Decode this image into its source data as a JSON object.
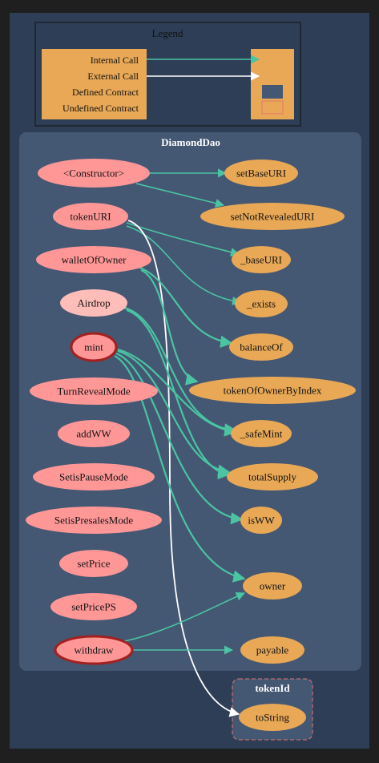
{
  "legend": {
    "title": "Legend",
    "rows": [
      "Internal Call",
      "External Call",
      "Defined Contract",
      "Undefined Contract"
    ]
  },
  "cluster_main": {
    "title": "DiamondDao"
  },
  "cluster_token": {
    "title": "tokenId"
  },
  "colors": {
    "background": "#2e3e56",
    "cluster": "#445773",
    "legend_fill": "#e8a856",
    "public_fn": "#ff9797",
    "airdrop_fn": "#ffbdb9",
    "internal_fn": "#e8a856",
    "modifier_border": "#a3201f",
    "internal_edge": "#4ac4a2",
    "external_edge": "#ffffff",
    "undefined_border": "#e5776f"
  },
  "left_nodes": [
    {
      "id": "constructor",
      "label": "<Constructor>",
      "style": "public"
    },
    {
      "id": "tokenURI",
      "label": "tokenURI",
      "style": "public"
    },
    {
      "id": "walletOfOwner",
      "label": "walletOfOwner",
      "style": "public"
    },
    {
      "id": "Airdrop",
      "label": "Airdrop",
      "style": "airdrop"
    },
    {
      "id": "mint",
      "label": "mint",
      "style": "modifier"
    },
    {
      "id": "TurnRevealMode",
      "label": "TurnRevealMode",
      "style": "public"
    },
    {
      "id": "addWW",
      "label": "addWW",
      "style": "public"
    },
    {
      "id": "SetisPauseMode",
      "label": "SetisPauseMode",
      "style": "public"
    },
    {
      "id": "SetisPresalesMode",
      "label": "SetisPresalesMode",
      "style": "public"
    },
    {
      "id": "setPrice",
      "label": "setPrice",
      "style": "public"
    },
    {
      "id": "setPricePS",
      "label": "setPricePS",
      "style": "public"
    },
    {
      "id": "withdraw",
      "label": "withdraw",
      "style": "modifier"
    }
  ],
  "right_nodes": [
    {
      "id": "setBaseURI",
      "label": "setBaseURI"
    },
    {
      "id": "setNotRevealedURI",
      "label": "setNotRevealedURI"
    },
    {
      "id": "_baseURI",
      "label": "_baseURI"
    },
    {
      "id": "_exists",
      "label": "_exists"
    },
    {
      "id": "balanceOf",
      "label": "balanceOf"
    },
    {
      "id": "tokenOfOwnerByIndex",
      "label": "tokenOfOwnerByIndex"
    },
    {
      "id": "_safeMint",
      "label": "_safeMint"
    },
    {
      "id": "totalSupply",
      "label": "totalSupply"
    },
    {
      "id": "isWW",
      "label": "isWW"
    },
    {
      "id": "owner",
      "label": "owner"
    },
    {
      "id": "payable",
      "label": "payable"
    }
  ],
  "external_nodes": [
    {
      "id": "toString",
      "label": "toString"
    }
  ],
  "edges": [
    {
      "from": "constructor",
      "to": "setBaseURI",
      "kind": "internal"
    },
    {
      "from": "constructor",
      "to": "setNotRevealedURI",
      "kind": "internal"
    },
    {
      "from": "tokenURI",
      "to": "_baseURI",
      "kind": "internal"
    },
    {
      "from": "tokenURI",
      "to": "_exists",
      "kind": "internal"
    },
    {
      "from": "tokenURI",
      "to": "toString",
      "kind": "external"
    },
    {
      "from": "walletOfOwner",
      "to": "balanceOf",
      "kind": "internal"
    },
    {
      "from": "walletOfOwner",
      "to": "tokenOfOwnerByIndex",
      "kind": "internal"
    },
    {
      "from": "Airdrop",
      "to": "_safeMint",
      "kind": "internal"
    },
    {
      "from": "Airdrop",
      "to": "totalSupply",
      "kind": "internal"
    },
    {
      "from": "mint",
      "to": "_safeMint",
      "kind": "internal"
    },
    {
      "from": "mint",
      "to": "totalSupply",
      "kind": "internal"
    },
    {
      "from": "mint",
      "to": "isWW",
      "kind": "internal"
    },
    {
      "from": "mint",
      "to": "owner",
      "kind": "internal"
    },
    {
      "from": "withdraw",
      "to": "owner",
      "kind": "internal"
    },
    {
      "from": "withdraw",
      "to": "payable",
      "kind": "internal"
    }
  ]
}
